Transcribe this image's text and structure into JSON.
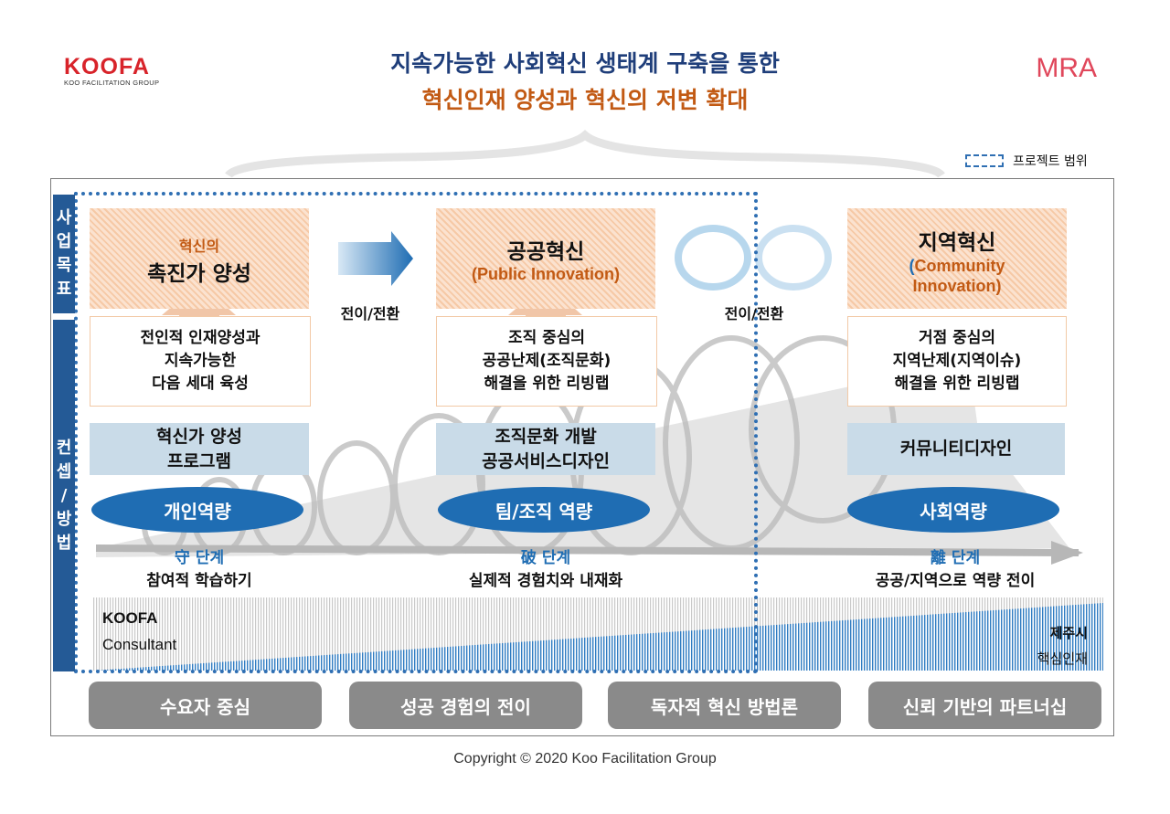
{
  "logo": {
    "main": "KOOFA",
    "sub": "KOO FACILITATION GROUP"
  },
  "badge": "MRA",
  "title": {
    "line1": "지속가능한 사회혁신 생태계 구축을 통한",
    "line2": "혁신인재 양성과 혁신의 저변 확대"
  },
  "legend": {
    "label": "프로젝트 범위"
  },
  "sidebar": {
    "goal": [
      "사",
      "업",
      "목",
      "표"
    ],
    "concept": [
      "컨",
      "셉",
      "/",
      "방",
      "법"
    ]
  },
  "columns": [
    {
      "goal_small": "혁신의",
      "goal_big": "촉진가 양성",
      "desc": [
        "전인적 인재양성과",
        "지속가능한",
        "다음 세대 육성"
      ],
      "method": [
        "혁신가 양성",
        "프로그램"
      ],
      "capability": "개인역량",
      "stage_char": "守",
      "stage_word": "단계",
      "stage_desc": "참여적 학습하기"
    },
    {
      "goal_big": "공공혁신",
      "goal_en": "(Public Innovation)",
      "desc": [
        "조직 중심의",
        "공공난제(조직문화)",
        "해결을 위한 리빙랩"
      ],
      "method": [
        "조직문화 개발",
        "공공서비스디자인"
      ],
      "capability": "팀/조직 역량",
      "stage_char": "破",
      "stage_word": "단계",
      "stage_desc": "실제적 경험치와 내재화"
    },
    {
      "goal_big": "지역혁신",
      "goal_en_open": "(",
      "goal_en": [
        "Community",
        "Innovation)"
      ],
      "desc": [
        "거점 중심의",
        "지역난제(지역이슈)",
        "해결을 위한 리빙랩"
      ],
      "method": [
        "커뮤니티디자인"
      ],
      "capability": "사회역량",
      "stage_char": "離",
      "stage_word": "단계",
      "stage_desc": "공공/지역으로 역량 전이"
    }
  ],
  "transfer_labels": [
    "전이/전환",
    "전이/전환"
  ],
  "bottom_bar": {
    "left_title": "KOOFA",
    "left_sub": "Consultant",
    "right_title": "제주시",
    "right_sub": "핵심인재"
  },
  "values": [
    "수요자 중심",
    "성공 경험의 전이",
    "독자적 혁신 방법론",
    "신뢰 기반의 파트너십"
  ],
  "copyright": "Copyright © 2020 Koo Facilitation Group",
  "colors": {
    "navy": "#1f3e7a",
    "orange": "#c25a14",
    "blue": "#1f6db3",
    "red": "#d8232a"
  }
}
